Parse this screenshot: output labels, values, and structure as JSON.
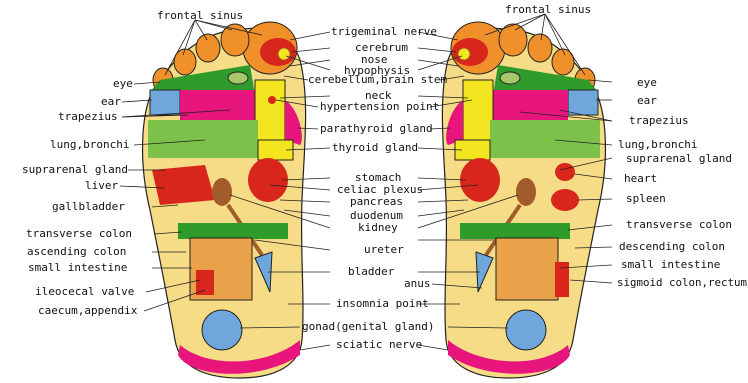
{
  "labels": {
    "frontal_sinus_left": "frontal sinus",
    "frontal_sinus_right": "frontal sinus",
    "trigeminal_nerve": "trigeminal nerve",
    "cerebrum": "cerebrum",
    "nose": "nose",
    "hypophysis": "hypophysis",
    "cerebellum_brain_stem": "cerebellum,brain stem",
    "neck": "neck",
    "hypertension_point": "hypertension point",
    "parathyroid_gland": "parathyroid gland",
    "thyroid_gland": "thyroid gland",
    "stomach": "stomach",
    "celiac_plexus": "celiac plexus",
    "pancreas": "pancreas",
    "duodenum": "duodenum",
    "kidney": "kidney",
    "ureter": "ureter",
    "bladder": "bladder",
    "anus": "anus",
    "insomnia_point": "insomnia point",
    "gonad": "gonad(genital gland)",
    "sciatic_nerve": "sciatic nerve",
    "eye_left": "eye",
    "ear_left": "ear",
    "trapezius_left": "trapezius",
    "lung_bronchi_left": "lung,bronchi",
    "suprarenal_gland_left": "suprarenal gland",
    "liver": "liver",
    "gallbladder": "gallbladder",
    "transverse_colon_left": "transverse colon",
    "ascending_colon": "ascending colon",
    "small_intestine_left": "small intestine",
    "ileocecal_valve": "ileocecal valve",
    "caecum_appendix": "caecum,appendix",
    "eye_right": "eye",
    "ear_right": "ear",
    "trapezius_right": "trapezius",
    "lung_bronchi_right": "lung,bronchi",
    "suprarenal_gland_right": "suprarenal gland",
    "heart": "heart",
    "spleen": "spleen",
    "transverse_colon_right": "transverse colon",
    "descending_colon": "descending colon",
    "small_intestine_right": "small intestine",
    "sigmoid_colon_rectum": "sigmoid colon,rectum"
  },
  "colors": {
    "sole": "#f6dc86",
    "sole_light": "#fbeebb",
    "outline": "#222222",
    "pink": "#e8157d",
    "red": "#d8261c",
    "orange": "#f0902a",
    "green": "#2e9b2a",
    "light_green": "#7cc24a",
    "yellow": "#f3e620",
    "blue": "#6fa7dc",
    "brown": "#a25b2a",
    "intestine": "#e9a24a"
  }
}
